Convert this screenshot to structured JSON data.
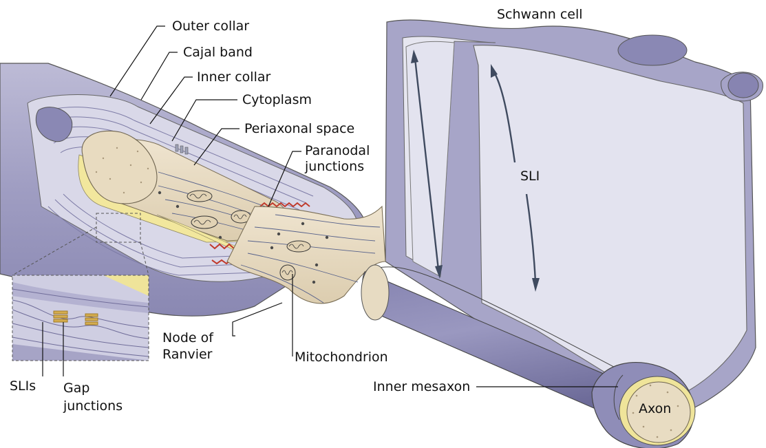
{
  "labels": {
    "schwann_cell": "Schwann cell",
    "outer_collar": "Outer collar",
    "cajal_band": "Cajal band",
    "inner_collar": "Inner collar",
    "cytoplasm": "Cytoplasm",
    "periaxonal_space": "Periaxonal space",
    "paranodal_line1": "Paranodal",
    "paranodal_line2": "junctions",
    "sli": "SLI",
    "node_line1": "Node of",
    "node_line2": "Ranvier",
    "mitochondrion": "Mitochondrion",
    "inner_mesaxon": "Inner mesaxon",
    "axon": "Axon",
    "slis": "SLIs",
    "gap_line1": "Gap",
    "gap_line2": "junctions"
  },
  "colors": {
    "membrane": "#9a98bd",
    "membrane_dark": "#6f6c99",
    "membrane_light": "#c4c3dc",
    "cytoplasm_bg": "#e4e3ef",
    "axoplasm": "#e7dac2",
    "periaxonal": "#efe49a",
    "junction": "#c0392b",
    "gap_junction": "#c9a13b"
  }
}
